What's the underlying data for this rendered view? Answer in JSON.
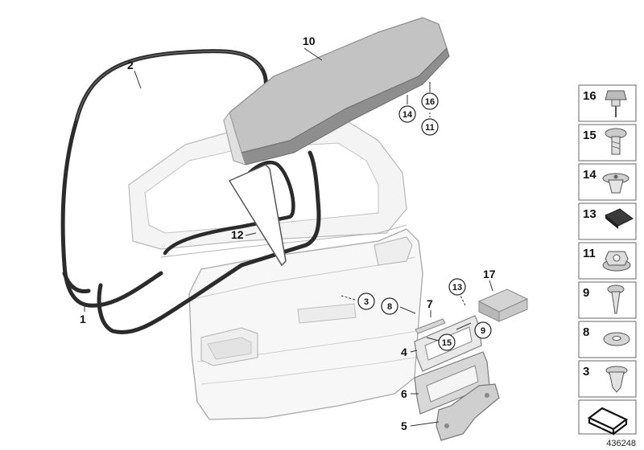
{
  "callouts": {
    "c1": "1",
    "c2": "2",
    "c3": "3",
    "c4": "4",
    "c5": "5",
    "c6": "6",
    "c7": "7",
    "c8": "8",
    "c9": "9",
    "c10": "10",
    "c11": "11",
    "c12": "12",
    "c13": "13",
    "c14": "14",
    "c15": "15",
    "c16": "16",
    "c17": "17"
  },
  "legend": {
    "items": [
      "16",
      "15",
      "14",
      "13",
      "11",
      "9",
      "8",
      "3"
    ]
  },
  "drawing_number": "436248",
  "colors": {
    "line": "#333333",
    "part_fill": "#f2f2f2",
    "part_stroke": "#9a9a9a",
    "seal": "#2b2b2b",
    "spoiler_top": "#bdbdbd",
    "spoiler_side": "#8e8e8e",
    "legend_border": "#666666"
  }
}
